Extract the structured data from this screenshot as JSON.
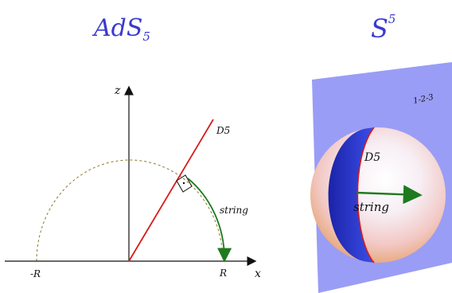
{
  "titles": {
    "left": "AdS",
    "left_sub": "5",
    "right": "S",
    "right_sup": "5"
  },
  "ads_panel": {
    "z_axis_label": "z",
    "x_axis_label": "x",
    "d5_label": "D5",
    "string_label": "string",
    "left_end_label": "-R",
    "right_end_label": "R"
  },
  "sphere_panel": {
    "plane_label": "1-2-3",
    "d5_label": "D5",
    "string_label": "string"
  },
  "colors": {
    "title": "#3a3ad0",
    "d5_line": "#d81b1b",
    "string_arrow": "#1e7a1e",
    "semicircle": "#8a7a2a",
    "plane": "#9a9df5",
    "sphere_dark": "#1f2fc8"
  }
}
